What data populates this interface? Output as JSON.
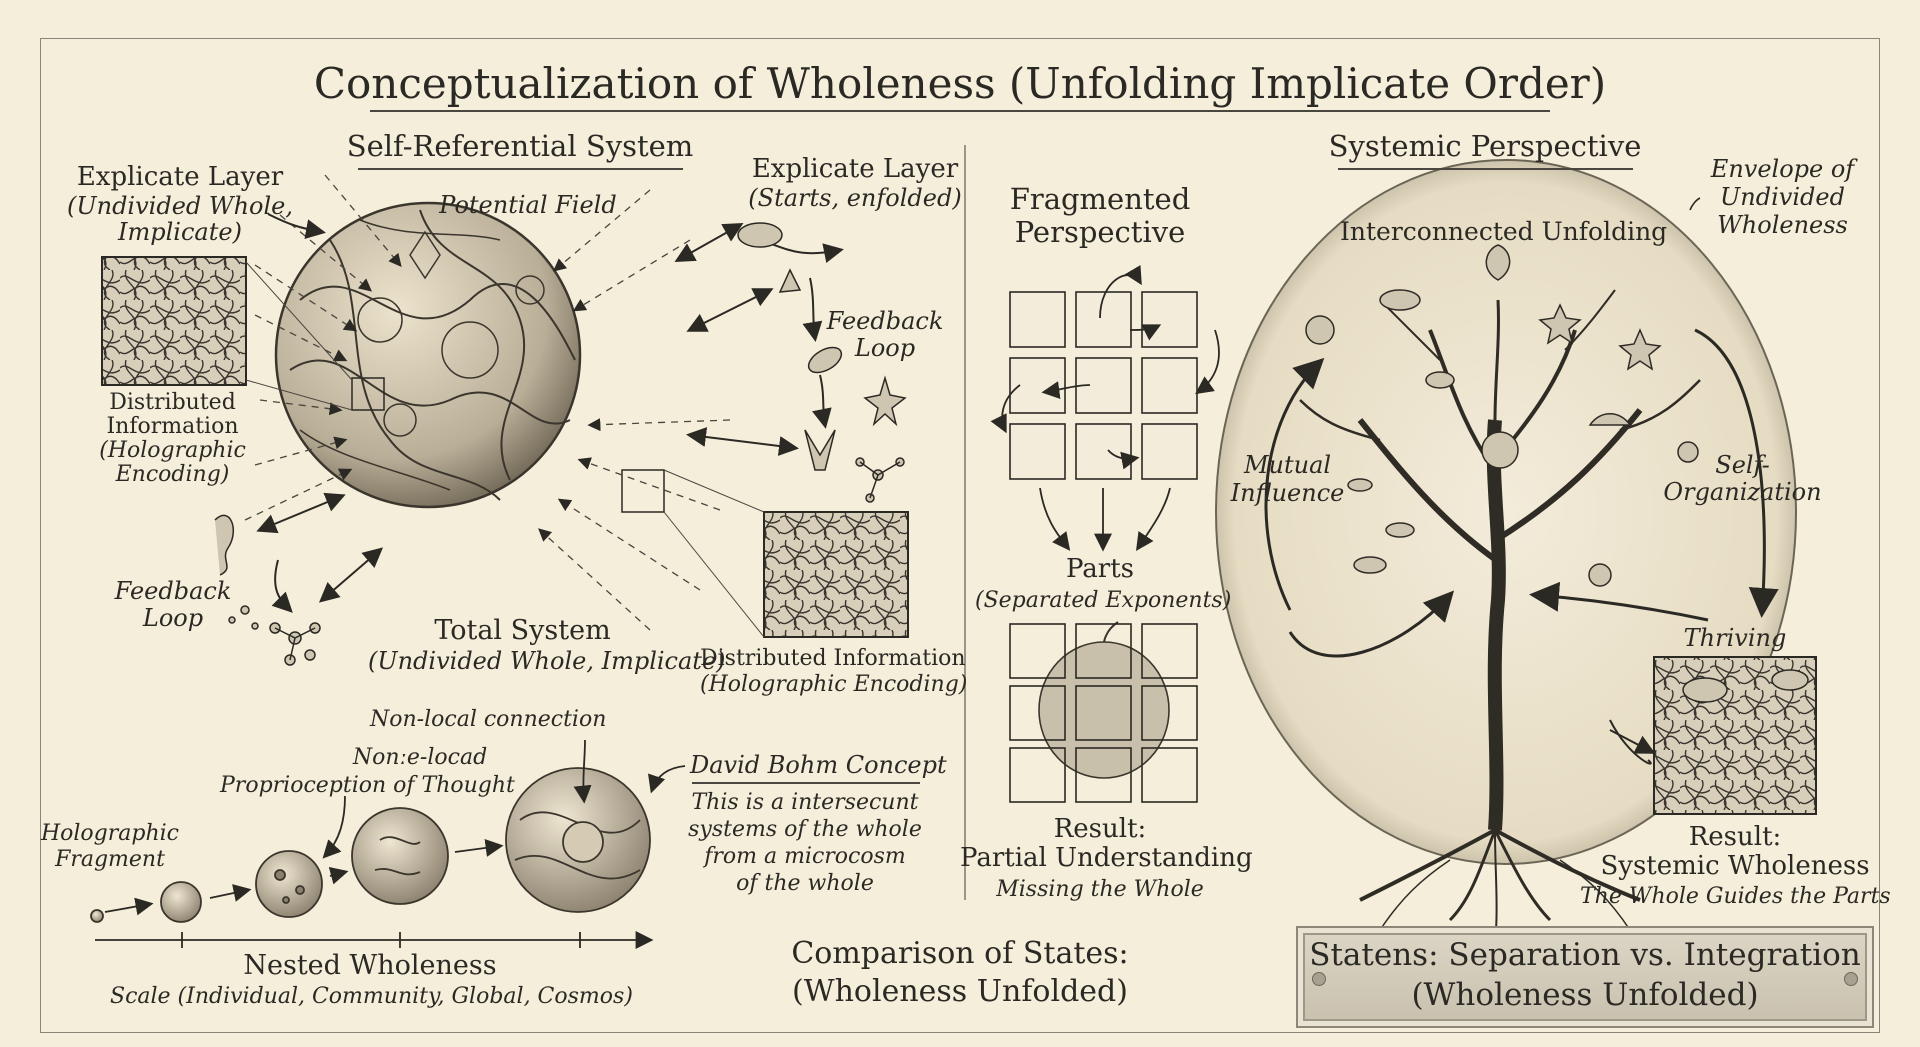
{
  "title": "Conceptualization of Wholeness (Unfolding Implicate Order)",
  "self_ref": {
    "heading": "Self-Referential System",
    "explicate_left_1": "Explicate Layer",
    "explicate_left_2": "(Undivided Whole,",
    "explicate_left_3": "Implicate)",
    "explicate_right_1": "Explicate Layer",
    "explicate_right_2": "(Starts, enfolded)",
    "potential_field": "Potential Field",
    "dist_left_1": "Distributed",
    "dist_left_2": "Information",
    "dist_left_3": "(Holographic",
    "dist_left_4": "Encoding)",
    "feedback_right_1": "Feedback",
    "feedback_right_2": "Loop",
    "feedback_left_1": "Feedback",
    "feedback_left_2": "Loop",
    "total_1": "Total System",
    "total_2": "(Undivided Whole, Implicate)",
    "dist_right_1": "Distributed Information",
    "dist_right_2": "(Holographic Encoding)"
  },
  "nested": {
    "nonlocal": "Non-local connection",
    "nonelocad": "Nonːe-locad",
    "proprioception": "Proprioception of Thought",
    "holo_1": "Holographic",
    "holo_2": "Fragment",
    "bohm": "David Bohm Concept",
    "bohm_1": "This is a intersecunt",
    "bohm_2": "systems of the whole",
    "bohm_3": "from a microcosm",
    "bohm_4": "of the whole",
    "nested_title": "Nested Wholeness",
    "scale": "Scale (Individual, Community, Global, Cosmos)"
  },
  "fragmented": {
    "heading_1": "Fragmented",
    "heading_2": "Perspective",
    "parts": "Parts",
    "parts_sub": "(Separated Exponents)",
    "result_1": "Result:",
    "result_2": "Partial Understanding",
    "result_3": "Missing the Whole"
  },
  "comparison": {
    "line_1": "Comparison of States:",
    "line_2": "(Wholeness Unfolded)"
  },
  "systemic": {
    "heading": "Systemic Perspective",
    "envelope_1": "Envelope of",
    "envelope_2": "Undivided",
    "envelope_3": "Wholeness",
    "interconnected": "Interconnected Unfolding",
    "mutual_1": "Mutual",
    "mutual_2": "Influence",
    "self_org_1": "Self-",
    "self_org_2": "Organization",
    "thriving": "Thriving",
    "result_1": "Result:",
    "result_2": "Systemic Wholeness",
    "result_3": "The Whole Guides the Parts"
  },
  "plaque": {
    "line_1": "Statens: Separation vs. Integration",
    "line_2": "(Wholeness Unfolded)"
  },
  "colors": {
    "paper": "#f5eedb",
    "ink": "#2b2924",
    "plaque": "#d3ccbb"
  }
}
